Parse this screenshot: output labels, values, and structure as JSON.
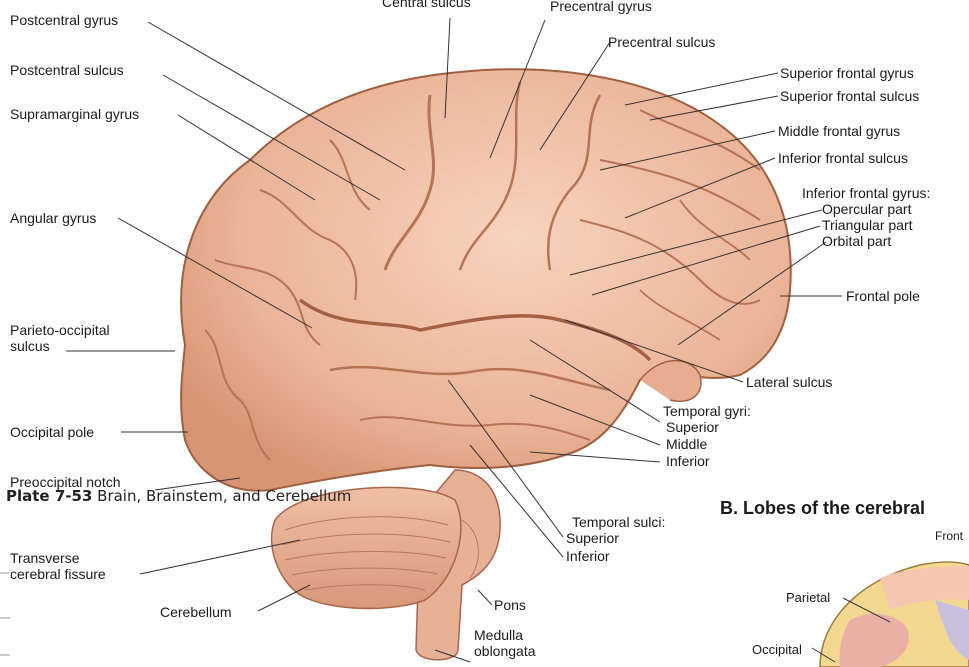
{
  "figure": {
    "caption_number": "Plate 7-53",
    "caption_title": "Brain, Brainstem, and Cerebellum",
    "panel_b_heading": "B. Lobes of the cerebral",
    "labels": {
      "postcentral_gyrus": "Postcentral gyrus",
      "central_sulcus": "Central sulcus",
      "precentral_gyrus": "Precentral gyrus",
      "precentral_sulcus": "Precentral sulcus",
      "postcentral_sulcus": "Postcentral sulcus",
      "supramarginal_gyrus": "Supramarginal gyrus",
      "superior_frontal_gyrus": "Superior frontal gyrus",
      "superior_frontal_sulcus": "Superior frontal sulcus",
      "middle_frontal_gyrus": "Middle frontal gyrus",
      "inferior_frontal_sulcus": "Inferior frontal sulcus",
      "inferior_frontal_gyrus": "Inferior frontal gyrus:",
      "opercular_part": "Opercular part",
      "triangular_part": "Triangular part",
      "orbital_part": "Orbital part",
      "angular_gyrus": "Angular gyrus",
      "frontal_pole": "Frontal pole",
      "parieto_occipital_1": "Parieto-occipital",
      "parieto_occipital_2": "sulcus",
      "lateral_sulcus": "Lateral sulcus",
      "temporal_gyri": "Temporal gyri:",
      "tg_superior": "Superior",
      "tg_middle": "Middle",
      "tg_inferior": "Inferior",
      "occipital_pole": "Occipital pole",
      "preoccipital_notch": "Preoccipital notch",
      "temporal_sulci": "Temporal sulci:",
      "ts_superior": "Superior",
      "ts_inferior": "Inferior",
      "transverse_1": "Transverse",
      "transverse_2": "cerebral fissure",
      "pons": "Pons",
      "cerebellum": "Cerebellum",
      "medulla_1": "Medulla",
      "medulla_2": "oblongata"
    },
    "panel_b_labels": {
      "frontal": "Front",
      "parietal": "Parietal",
      "occipital": "Occipital"
    }
  }
}
